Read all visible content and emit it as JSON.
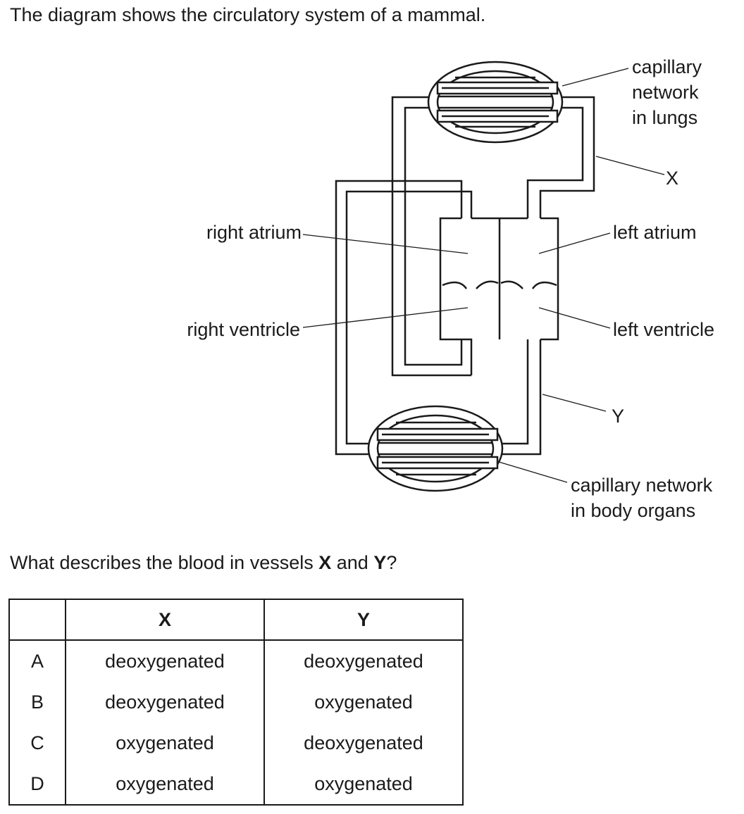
{
  "intro_text": "The diagram shows the circulatory system of a mammal.",
  "labels": {
    "capillary_lungs": [
      "capillary",
      "network",
      "in lungs"
    ],
    "x": "X",
    "y": "Y",
    "right_atrium": "right atrium",
    "left_atrium": "left atrium",
    "right_ventricle": "right ventricle",
    "left_ventricle": "left ventricle",
    "capillary_body": [
      "capillary network",
      "in body organs"
    ]
  },
  "question": {
    "prefix": "What describes the blood in vessels ",
    "x": "X",
    "and": " and ",
    "y": "Y",
    "suffix": "?"
  },
  "table": {
    "headers": [
      "",
      "X",
      "Y"
    ],
    "rows": [
      {
        "option": "A",
        "x": "deoxygenated",
        "y": "deoxygenated"
      },
      {
        "option": "B",
        "x": "deoxygenated",
        "y": "oxygenated"
      },
      {
        "option": "C",
        "x": "oxygenated",
        "y": "deoxygenated"
      },
      {
        "option": "D",
        "x": "oxygenated",
        "y": "oxygenated"
      }
    ]
  }
}
